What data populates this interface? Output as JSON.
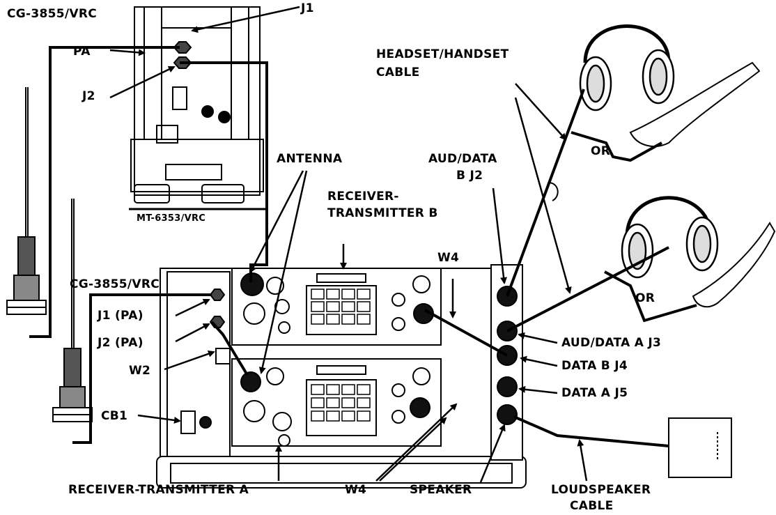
{
  "labels": {
    "cg_top": "CG-3855/VRC",
    "j1": "J1",
    "pa": "PA",
    "j2": "J2",
    "mt": "MT-6353/VRC",
    "antenna": "ANTENNA",
    "rtb_1": "RECEIVER-",
    "rtb_2": "TRANSMITTER B",
    "aud_b_1": "AUD/DATA",
    "aud_b_2": "B J2",
    "headset_1": "HEADSET/HANDSET",
    "headset_2": "CABLE",
    "or_top": "OR",
    "or_bottom": "OR",
    "w4_top": "W4",
    "cg_mid": "CG-3855/VRC",
    "j1pa": "J1 (PA)",
    "j2pa": "J2 (PA)",
    "w2": "W2",
    "cb1": "CB1",
    "aud_a": "AUD/DATA A J3",
    "data_b": "DATA B J4",
    "data_a": "DATA A J5",
    "rta": "RECEIVER-TRANSMITTER A",
    "w4_bottom": "W4",
    "speaker": "SPEAKER",
    "ls_1": "LOUDSPEAKER",
    "ls_2": "CABLE"
  },
  "colors": {
    "ink": "#000000",
    "paper": "#ffffff",
    "shade": "#d9d9d9"
  }
}
